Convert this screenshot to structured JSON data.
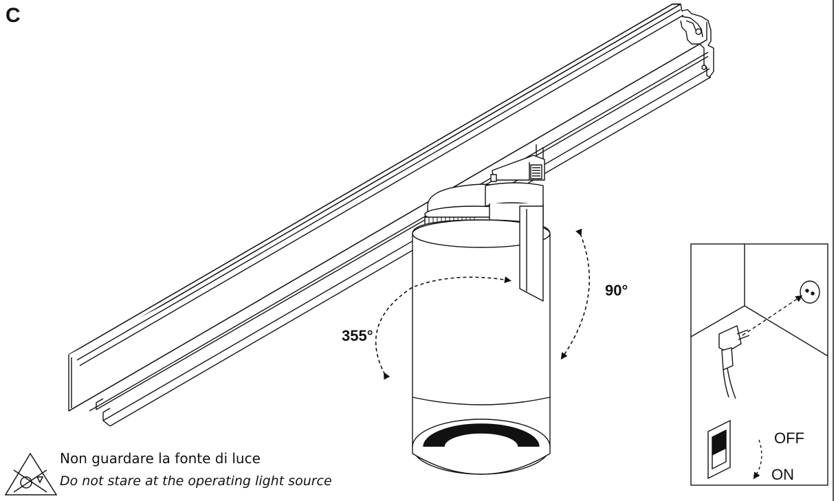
{
  "step_letter": "C",
  "rotation": {
    "horizontal_angle": "355°",
    "vertical_angle": "90°"
  },
  "warning": {
    "text_it": "Non guardare la fonte di luce",
    "text_en": "Do not stare at the operating light source",
    "icon": "no-stare-light-warning-icon"
  },
  "inset": {
    "switch_off_label": "OFF",
    "switch_on_label": "ON",
    "icons": [
      "wall-socket-icon",
      "power-plug-icon",
      "rocker-switch-icon"
    ]
  }
}
